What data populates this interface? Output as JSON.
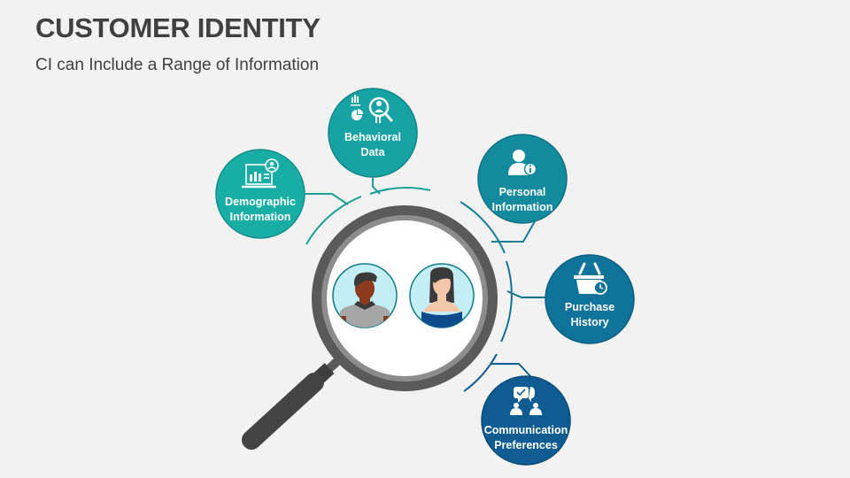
{
  "header": {
    "title": "CUSTOMER IDENTITY",
    "subtitle": "CI can Include a Range of Information"
  },
  "center": {
    "icon": "magnifying-glass-icon",
    "avatars": [
      {
        "name": "male-customer-avatar",
        "skin": "#8b3a1e",
        "hair": "#3a3a3a",
        "shirt": "#a6a6a6",
        "bg": "#c4eef5"
      },
      {
        "name": "female-customer-avatar",
        "skin": "#f5c7a9",
        "hair": "#3a3a3a",
        "dress": "#0e4a8c",
        "bg": "#c4eef5"
      }
    ]
  },
  "nodes": [
    {
      "id": "demographic",
      "line1": "Demographic",
      "line2": "Information",
      "icon": "laptop-chart-user-icon",
      "color": "#19aea5"
    },
    {
      "id": "behavioral",
      "line1": "Behavioral",
      "line2": "Data",
      "icon": "analytics-search-user-icon",
      "color": "#17a2a3"
    },
    {
      "id": "personal",
      "line1": "Personal",
      "line2": "Information",
      "icon": "user-info-icon",
      "color": "#138a9d"
    },
    {
      "id": "purchase",
      "line1": "Purchase",
      "line2": "History",
      "icon": "basket-clock-icon",
      "color": "#10749a"
    },
    {
      "id": "communication",
      "line1": "Communication",
      "line2": "Preferences",
      "icon": "chat-people-icon",
      "color": "#0f5c93"
    }
  ],
  "colors": {
    "background": "#f2f2f2",
    "title": "#404040",
    "lens_ring": "#5a5a5a",
    "lens_inner_ring": "#8c8c8c",
    "handle": "#444444"
  }
}
